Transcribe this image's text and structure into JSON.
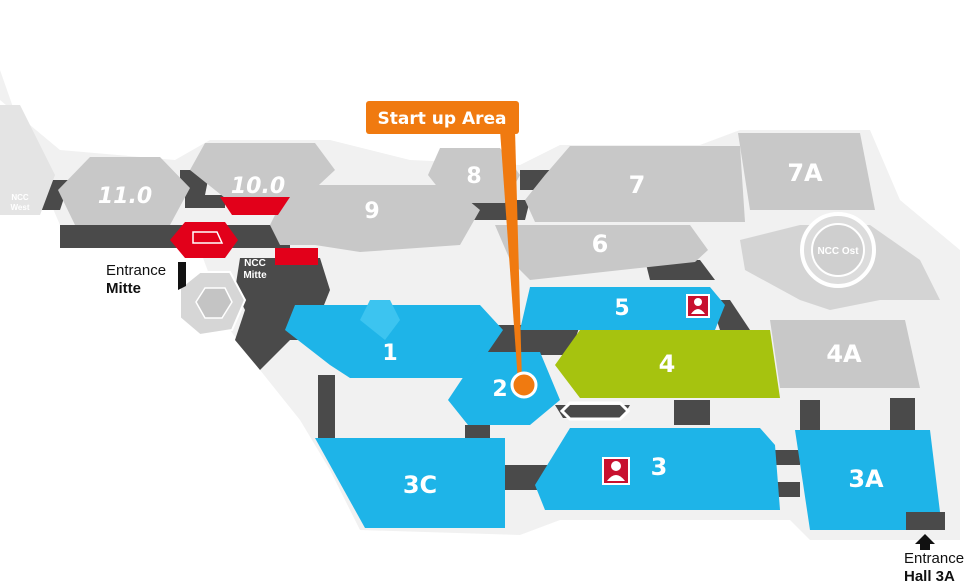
{
  "halls": {
    "h11_0": "11.0",
    "h10_0": "10.0",
    "h9": "9",
    "h8": "8",
    "h7": "7",
    "h7A": "7A",
    "h6": "6",
    "h5": "5",
    "h4": "4",
    "h4A": "4A",
    "h1": "1",
    "h2": "2",
    "h3": "3",
    "h3C": "3C",
    "h3A": "3A"
  },
  "labels": {
    "ncc_west_1": "NCC",
    "ncc_west_2": "West",
    "ncc_mitte_1": "NCC",
    "ncc_mitte_2": "Mitte",
    "ncc_ost": "NCC Ost",
    "entrance_mitte_1": "Entrance",
    "entrance_mitte_2": "Mitte",
    "entrance_3a_1": "Entrance",
    "entrance_3a_2": "Hall 3A"
  },
  "callout": {
    "text": "Start up Area"
  },
  "colors": {
    "blue": "#1eb4e8",
    "green": "#a6c30f",
    "grey": "#c8c8c8",
    "dark": "#4a4a4a",
    "red": "#e2001a",
    "orange": "#f07a10"
  },
  "icons": {
    "info_point": "person-icon"
  }
}
